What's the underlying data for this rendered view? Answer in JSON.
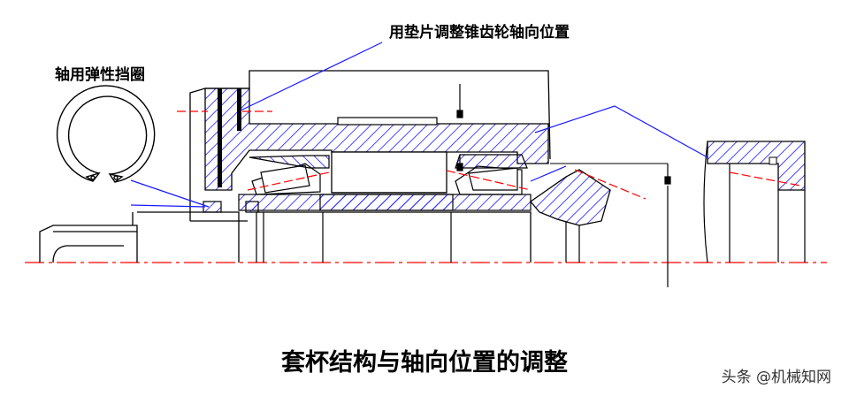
{
  "labels": {
    "shim_adjust": "用垫片调整锥齿轮轴向位置",
    "circlip": "轴用弹性挡圈",
    "caption": "套杯结构与轴向位置的调整",
    "watermark": "头条 @机械知网"
  },
  "colors": {
    "outline": "#000000",
    "hatch": "#1a1aff",
    "leader": "#1a1aff",
    "centerline": "#ff0000",
    "background": "#ffffff"
  }
}
